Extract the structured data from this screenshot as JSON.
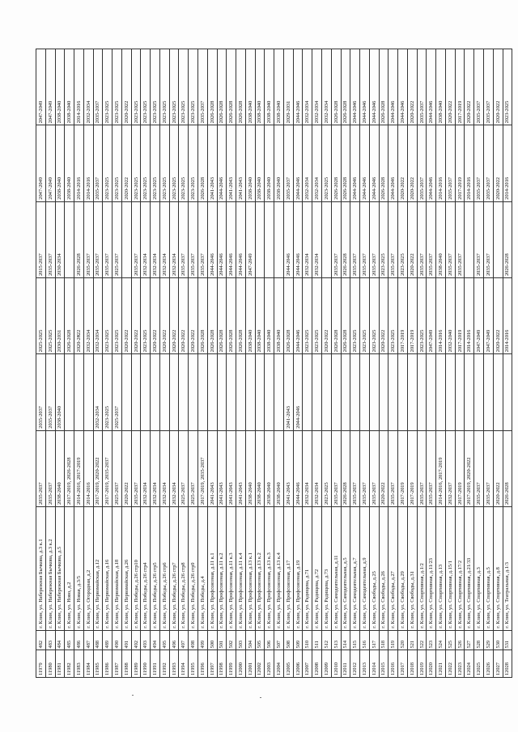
{
  "table": {
    "rows": [
      [
        "11979",
        "482",
        "г. Клин, ул. Набережная Бычкова, д.3 к.1",
        "2035-2037",
        "2035-2037",
        "2025-2025",
        "2015-2037",
        "2047-2049",
        "2047-2049"
      ],
      [
        "11980",
        "483",
        "г. Клин, ул. Набережная Бычкова, д.3 к.2",
        "2035-2037",
        "2035-2037",
        "2025-2025",
        "2035-2037",
        "2047-2049",
        "2047-2049"
      ],
      [
        "11981",
        "484",
        "г. Клин, ул. Набережная Бычкова, д.5",
        "2038-2040",
        "2038-2040",
        "2030-2031",
        "2030-2034",
        "2038-2040",
        "2038-2040"
      ],
      [
        "11982",
        "485",
        "г. Клин, ул. Ново, д.2",
        "2017-2019, 2026-2028",
        "",
        "2026-2028",
        "",
        "2038-2040",
        "2038-2040"
      ],
      [
        "11983",
        "486",
        "г. Клин, ул. Новая, д.3/5",
        "2014-2016, 2017-2019",
        "",
        "2020-2022",
        "2026-2028",
        "2014-2016",
        "2014-2016"
      ],
      [
        "11984",
        "487",
        "г. Клин, ул. Огородная, д.2",
        "2014-2016",
        "",
        "2032-2034",
        "2035-2037",
        "2014-2016",
        "2032-2034"
      ],
      [
        "11985",
        "488",
        "г. Клин, ул. Первомайская, д.12",
        "2017-2019, 2020-2022",
        "2032-2034",
        "2032-2034",
        "2035-2037",
        "2035-2037",
        "2035-2037"
      ],
      [
        "11986",
        "489",
        "г. Клин, ул. Первомайская, д.16",
        "2017-2019, 2035-2037",
        "2023-2025",
        "2023-2025",
        "2035-2037",
        "2023-2025",
        "2023-2025"
      ],
      [
        "11987",
        "490",
        "г. Клин, ул. Первомайская, д.18",
        "2025-2037",
        "2025-2037",
        "2023-2025",
        "2025-2037",
        "2023-2025",
        "2023-2025"
      ],
      [
        "11988",
        "491",
        "г. Клин, ул. Первомайская, д.26",
        "2020-2022",
        "",
        "2020-2022",
        "",
        "2020-2022",
        "2020-2022"
      ],
      [
        "11989",
        "492",
        "г. Клин, ул. Победы, д.26 стр10",
        "2035-2037",
        "",
        "2020-2022",
        "2035-2037",
        "2023-2025",
        "2023-2025"
      ],
      [
        "11990",
        "493",
        "г. Клин, ул. Победы, д.26 стр4",
        "2032-2034",
        "",
        "2023-2025",
        "2032-2034",
        "2023-2025",
        "2023-2025"
      ],
      [
        "11991",
        "494",
        "г. Клин, ул. Победы, д.26 стр5",
        "2032-2034",
        "",
        "2020-2022",
        "2032-2034",
        "2023-2025",
        "2023-2025"
      ],
      [
        "11992",
        "495",
        "г. Клин, ул. Победы, д.26 стр6",
        "2032-2034",
        "",
        "2020-2022",
        "2032-2034",
        "2023-2025",
        "2023-2025"
      ],
      [
        "11993",
        "496",
        "г. Клин, ул. Победы, д.26 стр7",
        "2032-2034",
        "",
        "2020-2022",
        "2032-2034",
        "2023-2025",
        "2023-2025"
      ],
      [
        "11994",
        "497",
        "г. Клин, ул. Победы, д.26 стр8",
        "2025-2037",
        "",
        "2020-2022",
        "2035-2037",
        "2023-2025",
        "2023-2025"
      ],
      [
        "11995",
        "498",
        "г. Клин, ул. Победы, д.26 стр9",
        "2025-2037",
        "",
        "2020-2022",
        "2035-2037",
        "2023-2025",
        "2023-2025"
      ],
      [
        "11996",
        "499",
        "г. Клин, ул. Победы, д.4",
        "2017-2019, 2035-2037",
        "",
        "2026-2028",
        "2035-2037",
        "2026-2028",
        "2035-2037"
      ],
      [
        "11997",
        "500",
        "г. Клин, ул. Профсоюзная, д.11 к.1",
        "2041-2043",
        "",
        "2026-2028",
        "2044-2046",
        "2041-2043",
        "2026-2028"
      ],
      [
        "11998",
        "501",
        "г. Клин, ул. Профсоюзная, д.11 к.2",
        "2041-2043",
        "",
        "2026-2028",
        "2044-2046",
        "2044-2046",
        "2026-2028"
      ],
      [
        "11999",
        "502",
        "г. Клин, ул. Профсоюзная, д.11 к.3",
        "2041-2043",
        "",
        "2026-2028",
        "2044-2046",
        "2041-2043",
        "2026-2028"
      ],
      [
        "12000",
        "503",
        "г. Клин, ул. Профсоюзная, д.11 к.4",
        "2041-2043",
        "",
        "2026-2028",
        "2044-2046",
        "2041-2043",
        "2026-2028"
      ],
      [
        "12001",
        "504",
        "г. Клин, ул. Профсоюзная, д.13 к.1",
        "2038-2040",
        "",
        "2038-2040",
        "2047-2049",
        "2038-2040",
        "2038-2040"
      ],
      [
        "12002",
        "505",
        "г. Клин, ул. Профсоюзная, д.13 к.2",
        "2038-2040",
        "",
        "2038-2040",
        "",
        "2038-2040",
        "2038-2040"
      ],
      [
        "12003",
        "506",
        "г. Клин, ул. Профсоюзная, д.13 к.3",
        "2038-2040",
        "",
        "2038-2040",
        "",
        "2038-2040",
        "2038-2040"
      ],
      [
        "12004",
        "507",
        "г. Клин, ул. Профсоюзная, д.13 к.4",
        "2038-2040",
        "",
        "2038-2040",
        "",
        "2038-2040",
        "2038-2040"
      ],
      [
        "12005",
        "508",
        "г. Клин, ул. Профсоюзная, д.17",
        "2041-2043",
        "2041-2043",
        "2026-2028",
        "2044-2046",
        "2035-2037",
        "2029-2031"
      ],
      [
        "12006",
        "509",
        "г. Клин, ул. Профсоюзная, д.19",
        "2044-2046",
        "2044-2046",
        "2044-2046",
        "2044-2046",
        "2044-2046",
        "2044-2046"
      ],
      [
        "12007",
        "510",
        "г. Клин, ул. Радищева, д.71",
        "2032-2034",
        "",
        "2023-2025",
        "2032-2034",
        "2032-2034",
        "2032-2034"
      ],
      [
        "12008",
        "511",
        "г. Клин, ул. Радищева, д.72",
        "2032-2034",
        "",
        "2023-2025",
        "2032-2034",
        "2032-2034",
        "2032-2034"
      ],
      [
        "12009",
        "512",
        "г. Клин, ул. Радищева, д.73",
        "2023-2025",
        "",
        "2020-2022",
        "",
        "2023-2025",
        "2032-2034"
      ],
      [
        "12010",
        "513",
        "г. Клин, ул. Самодеятельная, д.11",
        "2035-2037",
        "",
        "2026-2028",
        "2035-2037",
        "2026-2028",
        "2026-2028"
      ],
      [
        "12011",
        "514",
        "г. Клин, ул. Самодеятельная, д.5",
        "2026-2028",
        "",
        "2026-2028",
        "2026-2028",
        "2026-2028",
        "2026-2028"
      ],
      [
        "12012",
        "515",
        "г. Клин, ул. Самодеятельная, д.7",
        "2035-2037",
        "",
        "2023-2025",
        "2035-2037",
        "2044-2046",
        "2044-2046"
      ],
      [
        "12013",
        "516",
        "г. Клин, ул. Самодеятельная, д.9",
        "2035-2037",
        "",
        "2023-2025",
        "2035-2037",
        "2044-2046",
        "2044-2046"
      ],
      [
        "12014",
        "517",
        "г. Клин, ул. Свободы, д.25",
        "2035-2037",
        "",
        "2023-2025",
        "2035-2037",
        "2044-2046",
        "2044-2046"
      ],
      [
        "12015",
        "518",
        "г. Клин, ул. Свободы, д.26",
        "2020-2022",
        "",
        "2020-2022",
        "2023-2025",
        "2026-2028",
        "2026-2028"
      ],
      [
        "12016",
        "519",
        "г. Клин, ул. Свободы, д.27",
        "2035-2037",
        "",
        "2023-2025",
        "2035-2037",
        "2044-2046",
        "2044-2046"
      ],
      [
        "12017",
        "520",
        "г. Клин, ул. Свободы, д.29",
        "2017-2019",
        "",
        "2017-2019",
        "2023-2025",
        "2020-2022",
        "2044-2046"
      ],
      [
        "12018",
        "521",
        "г. Клин, ул. Свободы, д.31",
        "2017-2019",
        "",
        "2017-2019",
        "2020-2022",
        "2020-2022",
        "2020-2022"
      ],
      [
        "12019",
        "522",
        "г. Клин, ул. Спортивная, д.1/2",
        "2035-2037",
        "",
        "2023-2025",
        "2035-2037",
        "2035-2037",
        "2035-2037"
      ],
      [
        "12020",
        "523",
        "г. Клин, ул. Спортивная, д.11/23",
        "2035-2037",
        "",
        "2047-2049",
        "2035-2037",
        "2044-2046",
        "2044-2046"
      ],
      [
        "12021",
        "524",
        "г. Клин, ул. Спортивная, д.13",
        "2014-2016, 2017-2019",
        "",
        "2014-2016",
        "2038-2040",
        "2014-2016",
        "2038-2040"
      ],
      [
        "12022",
        "525",
        "г. Клин, ул. Спортивная, д.15/1",
        "2032-2037",
        "",
        "2032-2040",
        "2035-2037",
        "2035-2037",
        "2020-2022"
      ],
      [
        "12023",
        "526",
        "г. Клин, ул. Спортивная, д.17/2",
        "2017-2019",
        "",
        "2017-2019",
        "2035-2037",
        "2017-2019",
        "2017-2019"
      ],
      [
        "12024",
        "527",
        "г. Клин, ул. Спортивная, д.21/33",
        "2017-2019, 2020-2022",
        "",
        "2014-2016",
        "",
        "2014-2016",
        "2020-2022"
      ],
      [
        "12025",
        "528",
        "г. Клин, ул. Спортивная, д.3",
        "2035-2037",
        "",
        "2047-2049",
        "2035-2037",
        "2035-2037",
        "2035-2037"
      ],
      [
        "12026",
        "529",
        "г. Клин, ул. Спортивная, д.5",
        "2035-2037",
        "",
        "2047-2049",
        "2035-2037",
        "2035-2037",
        "2035-2037"
      ],
      [
        "12027",
        "530",
        "г. Клин, ул. Спортивная, д.8",
        "2020-2022",
        "",
        "2020-2022",
        "",
        "2020-2022",
        "2020-2022"
      ],
      [
        "12028",
        "531",
        "г. Клин, ул. Театральная, д.1/3",
        "2026-2028",
        "",
        "2014-2016",
        "2026-2028",
        "2014-2016",
        "2023-2025"
      ]
    ]
  }
}
